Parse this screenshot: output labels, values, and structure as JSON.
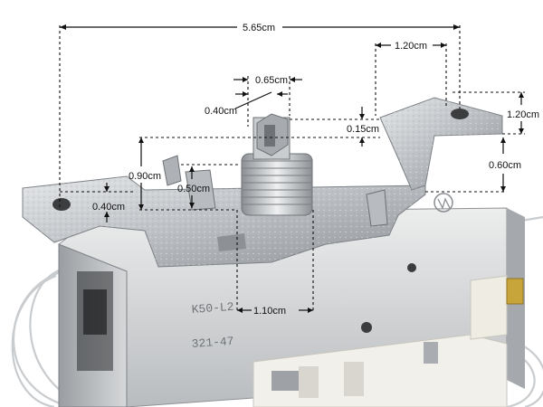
{
  "dimensions": {
    "overall_width": "5.65cm",
    "right_hole_offset": "1.20cm",
    "shaft_width": "0.65cm",
    "shaft_flat": "0.40cm",
    "shaft_step": "0.15cm",
    "right_bracket_height": "1.20cm",
    "right_bracket_drop": "0.60cm",
    "shaft_height": "0.90cm",
    "collar_height": "0.50cm",
    "left_bracket_height": "0.40cm",
    "shaft_to_edge": "1.10cm"
  },
  "stamps": {
    "model": "K50-L2",
    "code": "321-47"
  },
  "colors": {
    "metal_light": "#d7dadd",
    "metal_mid": "#b4b8bc",
    "metal_dark": "#7d8186",
    "housing_light": "#e6e7e8",
    "white_plastic": "#f2f0ea",
    "terminal_yellow": "#c8a53a",
    "line": "#111111"
  },
  "icons": {
    "logo": "abb-roundel-icon"
  }
}
